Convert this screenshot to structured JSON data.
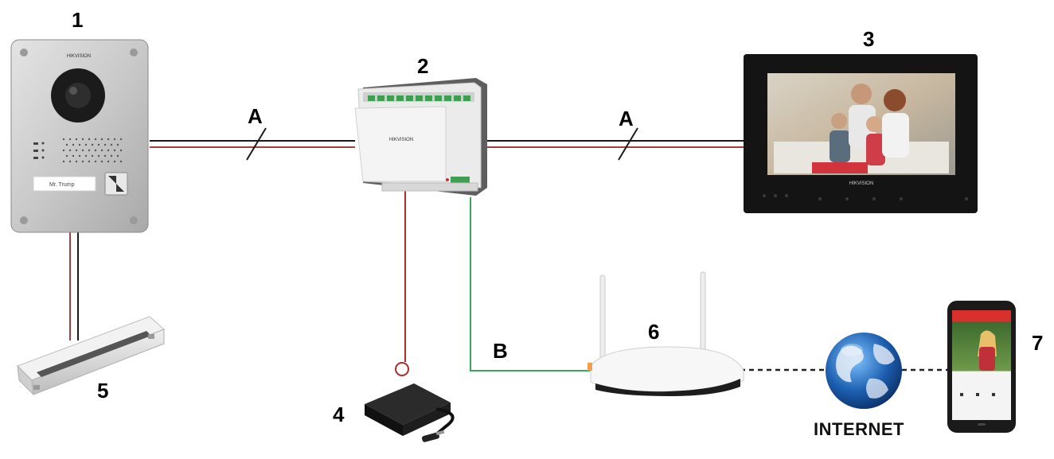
{
  "devices": {
    "door_station": {
      "number": "1",
      "brand": "HIKVISION",
      "nameplate": "Mr. Trump"
    },
    "distributor": {
      "number": "2",
      "brand": "HIKVISION"
    },
    "indoor_monitor": {
      "number": "3",
      "brand": "HIKVISION"
    },
    "power_adapter": {
      "number": "4"
    },
    "magnetic_lock": {
      "number": "5"
    },
    "router": {
      "number": "6"
    },
    "smartphone": {
      "number": "7"
    }
  },
  "cables": {
    "two_wire_left": "A",
    "two_wire_right": "A",
    "network": "B"
  },
  "internet": {
    "label": "INTERNET"
  },
  "colors": {
    "wire_black": "#1a1a1a",
    "wire_red": "#a04040",
    "network_green": "#3aa55a",
    "power_red": "#b02a2a"
  }
}
